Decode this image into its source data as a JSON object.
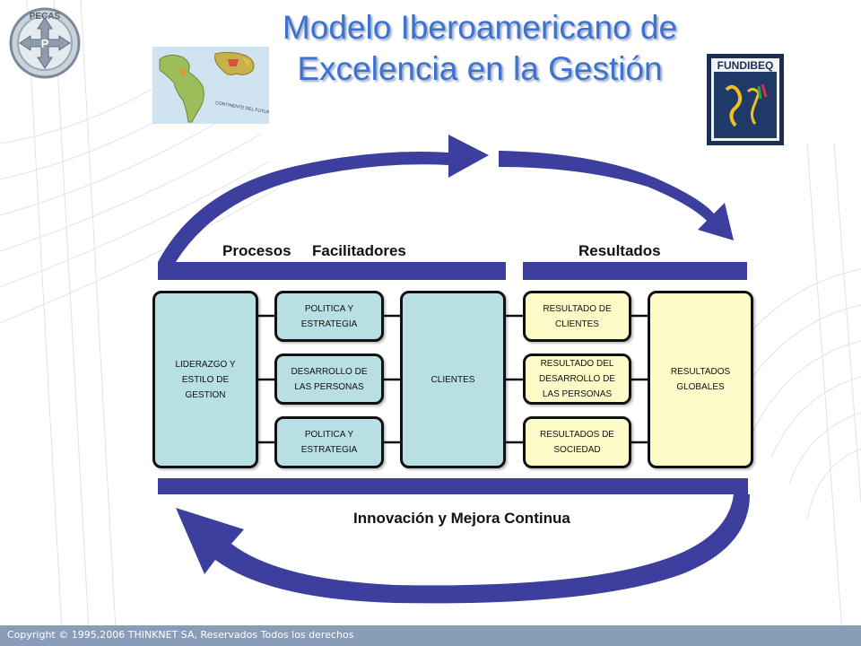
{
  "title": {
    "line1": "Modelo Iberoamericano de",
    "line2": "Excelencia en la Gestión"
  },
  "logos": {
    "left_logo_text": "PECAS",
    "left_logo_letter": "P",
    "map_caption": "CONTINENTE DEL FUTURO",
    "right_logo_text": "FUNDIBEQ"
  },
  "headers": {
    "procesos": "Procesos",
    "facilitadores": "Facilitadores",
    "resultados": "Resultados",
    "innovacion": "Innovación y Mejora Continua"
  },
  "boxes": {
    "liderazgo": "LIDERAZGO Y ESTILO DE GESTION",
    "politica1": "POLITICA Y ESTRATEGIA",
    "desarrollo": "DESARROLLO DE LAS PERSONAS",
    "politica2": "POLITICA Y ESTRATEGIA",
    "clientes": "CLIENTES",
    "res_clientes": "RESULTADO DE CLIENTES",
    "res_desarrollo": "RESULTADO DEL DESARROLLO DE LAS PERSONAS",
    "res_sociedad": "RESULTADOS DE SOCIEDAD",
    "res_globales": "RESULTADOS GLOBALES"
  },
  "colors": {
    "arrow_blue": "#3c3f9e",
    "title_blue": "#3d73cc",
    "box_teal": "#b8dfe3",
    "box_cream": "#fdfcc8",
    "footer_bg": "#8a9db8"
  },
  "footer": {
    "copyright": "Copyright © 1995,2006 THINKNET SA, Reservados Todos los derechos"
  }
}
